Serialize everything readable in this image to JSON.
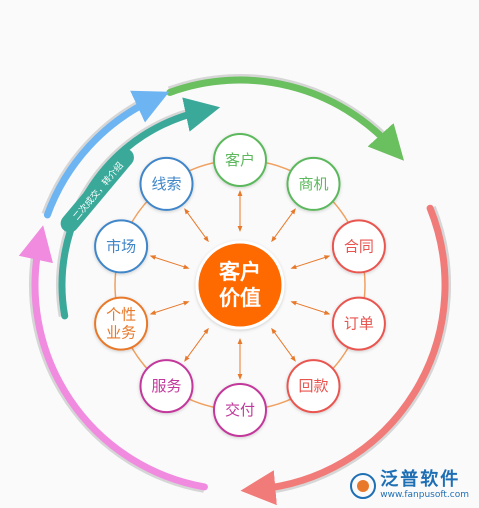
{
  "center": {
    "line1": "客户",
    "line2": "价值",
    "color": "#ff6a00"
  },
  "ribbon_text": "二次成交，转介绍",
  "nodes": [
    {
      "label": "客户",
      "color": "#5cb85c"
    },
    {
      "label": "商机",
      "color": "#5cb85c"
    },
    {
      "label": "合同",
      "color": "#e9544f"
    },
    {
      "label": "订单",
      "color": "#e9544f"
    },
    {
      "label": "回款",
      "color": "#e9544f"
    },
    {
      "label": "交付",
      "color": "#c2379b"
    },
    {
      "label": "服务",
      "color": "#c2379b"
    },
    {
      "label": "个性\n业务",
      "color": "#e8792b"
    },
    {
      "label": "市场",
      "color": "#3f86c9"
    },
    {
      "label": "线索",
      "color": "#3f86c9"
    }
  ],
  "arrows": {
    "green": "#6abf5e",
    "red": "#f07b78",
    "pink": "#f08be0",
    "blue": "#6cb4f2",
    "teal": "#3aa99a"
  },
  "logo": {
    "name": "泛普软件",
    "url": "www.fanpusoft.com"
  }
}
